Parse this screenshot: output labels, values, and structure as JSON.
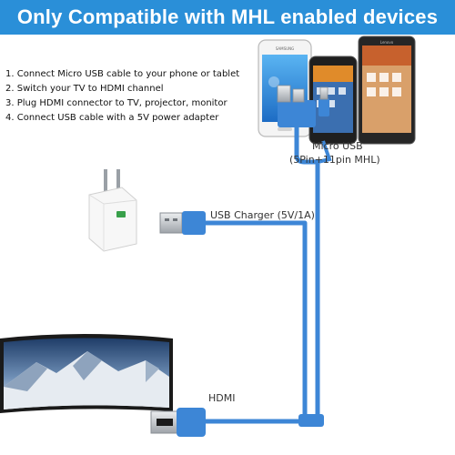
{
  "title": "Only Compatible with MHL enabled devices",
  "steps": [
    "1. Connect Micro USB cable to your phone or tablet",
    "2. Switch your TV to HDMI channel",
    "3. Plug HDMI connector to TV, projector, monitor",
    "4. Connect USB cable with a 5V power adapter"
  ],
  "labels": {
    "micro_usb": "Micro USB",
    "micro_usb_spec": "(5Pin+11pin MHL)",
    "usb_charger": "USB Charger (5V/1A)",
    "hdmi": "HDMI"
  },
  "phones": {
    "samsung_brand": "SAMSUNG",
    "lenovo_brand": "Lenovo"
  },
  "colors": {
    "banner": "#2a8fd8",
    "cable": "#3d86d6",
    "connector_metal": "#c9ccd0"
  }
}
